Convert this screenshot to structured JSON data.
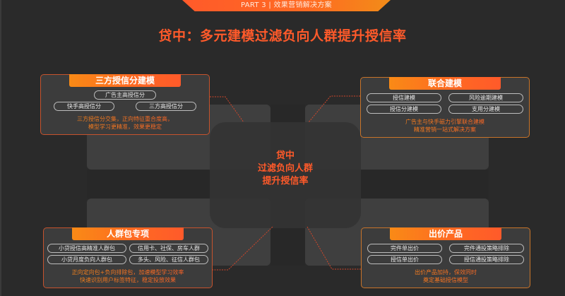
{
  "banner": {
    "text": "PART 3 | 效果营销解决方案"
  },
  "title": "贷中：多元建模过滤负向人群提升授信率",
  "center": {
    "line1": "贷中",
    "line2": "过滤负向人群",
    "line3": "提升授信率"
  },
  "colors": {
    "background": "#2a2a2a",
    "accent_red": "#ff5a2a",
    "accent_orange": "#f98a16",
    "card_bg": "#3c3c3c",
    "tile_bg": "#3f3f3f"
  },
  "cards": {
    "top_left": {
      "header": "三方授信分建模",
      "pills": [
        [
          "广告主高授信分"
        ],
        [
          "快手高授信分",
          "三方高授信分"
        ]
      ],
      "desc": [
        "三方授信分交集，正向特征重合度高，",
        "模型学习更精准，效果更稳定"
      ]
    },
    "top_right": {
      "header": "联合建模",
      "pills": [
        [
          "授信建模",
          "风险逾期建模"
        ],
        [
          "授信分建模",
          "支用分建模"
        ]
      ],
      "desc": [
        "广告主与快手磁力引擎联合建模",
        "精准营销一站式解决方案"
      ]
    },
    "bottom_left": {
      "header": "人群包专项",
      "pills": [
        [
          "小贷授信高精准人群包",
          "信用卡、社保、房车人群"
        ],
        [
          "小贷月度负向人群包",
          "多头、风险、征信人群包"
        ]
      ],
      "desc": [
        "正向定向包+负向排除包，加速模型学习效率",
        "快速识别用户标签特征，稳定投放效果"
      ]
    },
    "bottom_right": {
      "header": "出价产品",
      "pills": [
        [
          "完件单出价",
          "完件通投策略排除"
        ],
        [
          "授信单出价",
          "授信通投策略排除"
        ]
      ],
      "desc": [
        "出价产品加持，保效同时",
        "奠定基础授信模型"
      ]
    }
  }
}
